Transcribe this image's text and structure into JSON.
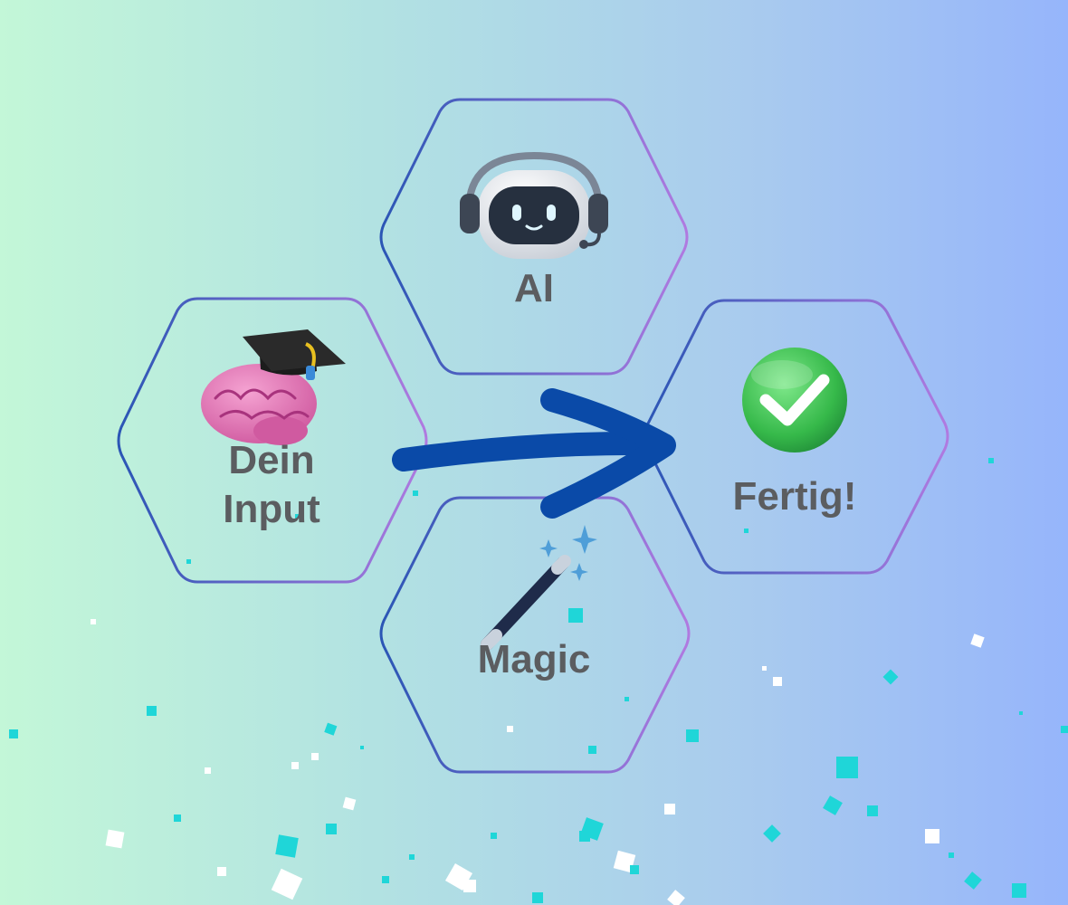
{
  "nodes": [
    {
      "id": "input",
      "label_line1": "Dein",
      "label_line2": "Input",
      "icon": "brain-graduation-cap-icon"
    },
    {
      "id": "ai",
      "label_line1": "AI",
      "icon": "robot-headset-icon"
    },
    {
      "id": "magic",
      "label_line1": "Magic",
      "icon": "magic-wand-sparkles-icon"
    },
    {
      "id": "done",
      "label_line1": "Fertig!",
      "icon": "green-checkmark-icon"
    }
  ],
  "arrow": {
    "from": "input",
    "to": "done",
    "color": "#0a4aa8"
  },
  "colors": {
    "hex_stroke_start": "#2b56b5",
    "hex_stroke_end": "#b07ae0",
    "label_text": "#5b5d60",
    "confetti_teal": "#1fd6d8",
    "confetti_white": "#ffffff"
  }
}
